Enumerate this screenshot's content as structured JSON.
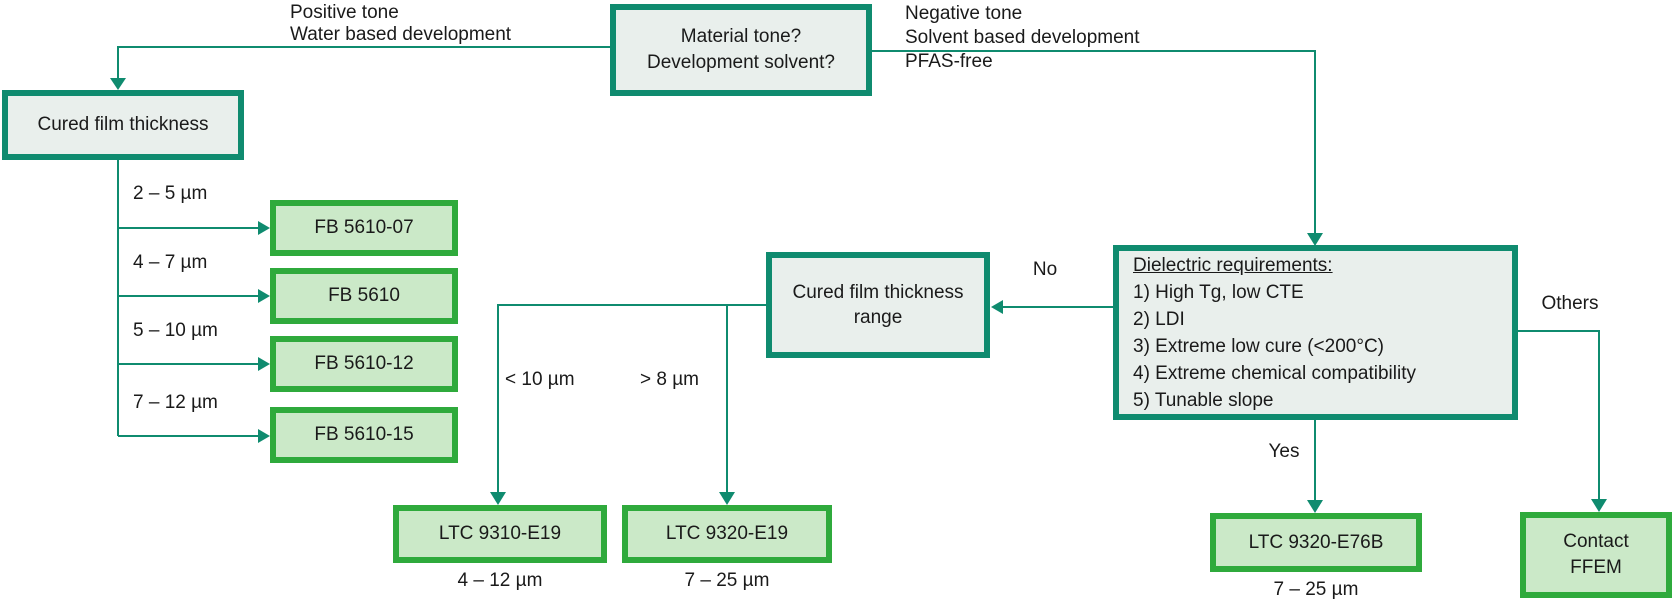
{
  "colors": {
    "connector_teal": "#0f8b6f",
    "product_border_green": "#2faa3c",
    "product_fill_green": "#cbe9c8",
    "decision_fill_gray": "#e9efec",
    "text": "#1a1a1a"
  },
  "root_box": {
    "line1": "Material tone?",
    "line2": "Development solvent?"
  },
  "left_branch": {
    "line1": "Positive tone",
    "line2": "Water based development"
  },
  "right_branch": {
    "line1": "Negative tone",
    "line2": "Solvent based development",
    "line3": "PFAS-free"
  },
  "cured_film_box": {
    "label": "Cured film thickness"
  },
  "fb_products": [
    {
      "range": "2 – 5 µm",
      "name": "FB 5610-07"
    },
    {
      "range": "4 – 7 µm",
      "name": "FB 5610"
    },
    {
      "range": "5 – 10 µm",
      "name": "FB 5610-12"
    },
    {
      "range": "7 – 12 µm",
      "name": "FB 5610-15"
    }
  ],
  "range_box": {
    "line1": "Cured film thickness",
    "line2": "range"
  },
  "no_label": "No",
  "yes_label": "Yes",
  "others_label": "Others",
  "thickness_branches": {
    "left": "< 10 µm",
    "right": "> 8 µm"
  },
  "dielectric_box": {
    "title": "Dielectric requirements:",
    "items": [
      "1) High Tg, low CTE",
      "2) LDI",
      "3) Extreme low cure (<200°C)",
      "4) Extreme chemical compatibility",
      "5) Tunable slope"
    ]
  },
  "ltc_products": [
    {
      "name": "LTC 9310-E19",
      "range": "4 – 12 µm"
    },
    {
      "name": "LTC 9320-E19",
      "range": "7 – 25 µm"
    },
    {
      "name": "LTC 9320-E76B",
      "range": "7 – 25 µm"
    }
  ],
  "contact_box": {
    "line1": "Contact",
    "line2": "FFEM"
  }
}
